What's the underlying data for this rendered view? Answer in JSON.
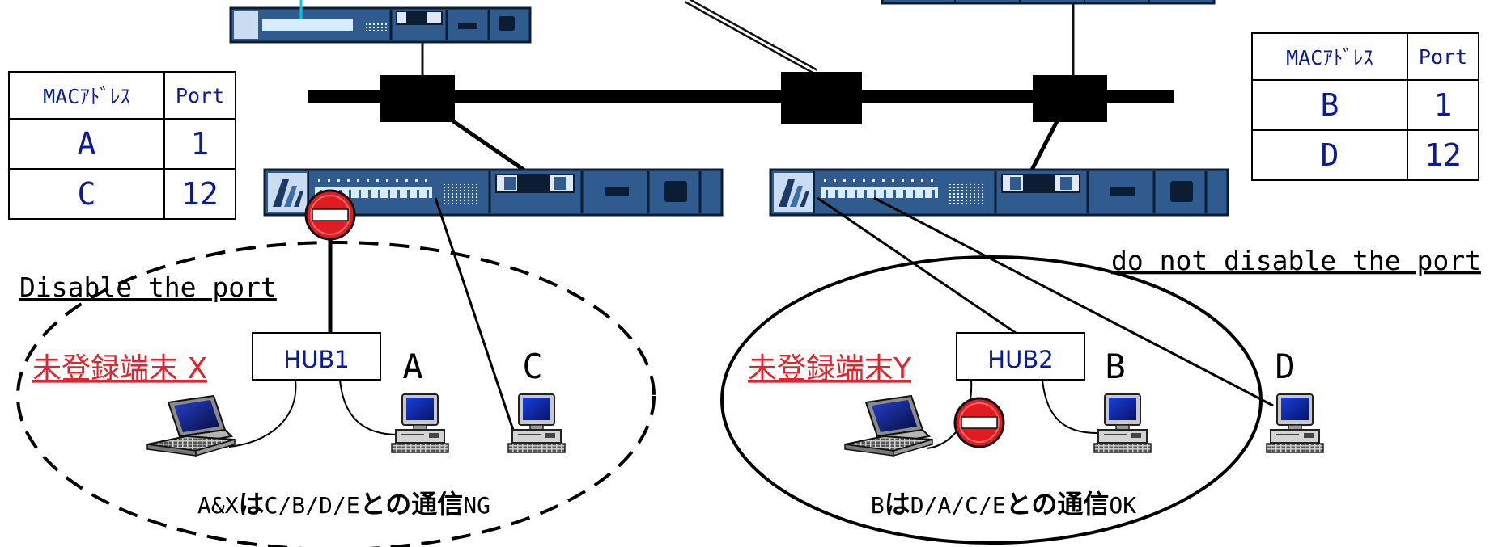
{
  "tables": {
    "left": {
      "header": [
        "MACｱﾄﾞﾚｽ",
        "Port"
      ],
      "rows": [
        [
          "A",
          "1"
        ],
        [
          "C",
          "12"
        ]
      ]
    },
    "right": {
      "header": [
        "MACｱﾄﾞﾚｽ",
        "Port"
      ],
      "rows": [
        [
          "B",
          "1"
        ],
        [
          "D",
          "12"
        ]
      ]
    }
  },
  "labels": {
    "disable": "Disable the port",
    "not_disable": "do not disable the port",
    "unreg_x": "未登録端末 X",
    "unreg_y": "未登録端末Y",
    "hub1": "HUB1",
    "hub2": "HUB2",
    "A": "A",
    "B": "B",
    "C": "C",
    "D": "D"
  },
  "captions": {
    "left": {
      "p1": "A&X",
      "p2": "は",
      "p3": "C/B/D/E",
      "p4": "との通信",
      "p5": "NG"
    },
    "right": {
      "p1": "B",
      "p2": "は",
      "p3": "D/A/C/E",
      "p4": "との通信",
      "p5": "OK"
    }
  },
  "colors": {
    "switch_body": "#2f5b8e",
    "switch_dark": "#0c1c33",
    "port_led": "#d8ecff",
    "hub_line_cyan": "#00c8d8",
    "unregistered_red": "#e8202a",
    "text_blue": "#0a1a9a",
    "stop_red": "#e11b22"
  },
  "icons": [
    "switch-icon",
    "pc-icon",
    "laptop-icon",
    "stop-sign-icon"
  ]
}
